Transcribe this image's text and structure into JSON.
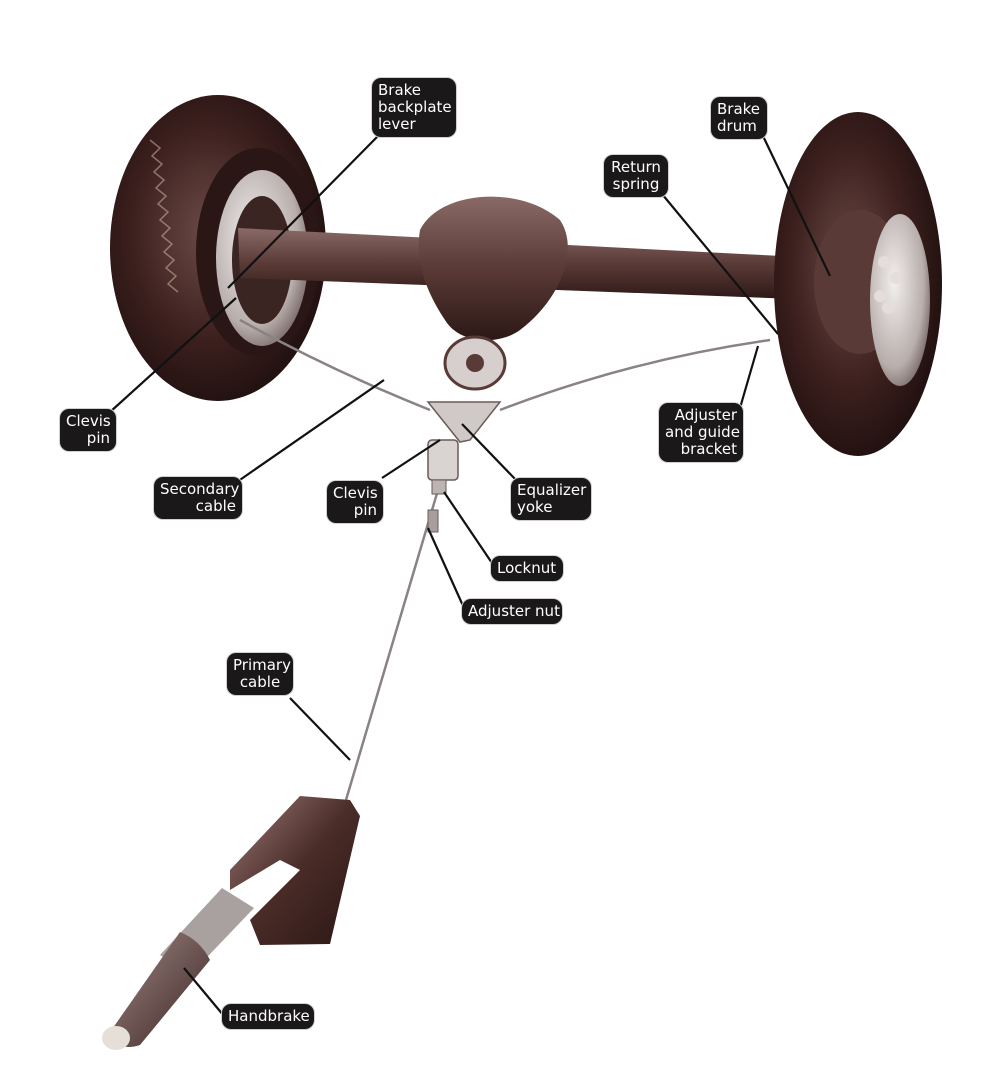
{
  "labels": {
    "brake_backplate_lever": [
      "Brake",
      "backplate",
      "lever"
    ],
    "brake_drum": [
      "Brake",
      "drum"
    ],
    "return_spring": [
      "Return",
      "spring"
    ],
    "clevis_pin_left": [
      "Clevis",
      "pin"
    ],
    "adjuster_guide_bracket": [
      "Adjuster",
      "and guide",
      "bracket"
    ],
    "secondary_cable": [
      "Secondary",
      "cable"
    ],
    "clevis_pin_center": [
      "Clevis",
      "pin"
    ],
    "equalizer_yoke": [
      "Equalizer",
      "yoke"
    ],
    "locknut": [
      "Locknut"
    ],
    "adjuster_nut": [
      "Adjuster nut"
    ],
    "primary_cable": [
      "Primary",
      "cable"
    ],
    "handbrake": [
      "Handbrake"
    ]
  },
  "colors": {
    "label_bg": "#1b1819",
    "label_text": "#ffffff",
    "leader_line": "#111111",
    "tire": "#3a1e1c",
    "axle": "#5a3a36",
    "hub": "#c9c2c0",
    "cable": "#8a8383"
  }
}
